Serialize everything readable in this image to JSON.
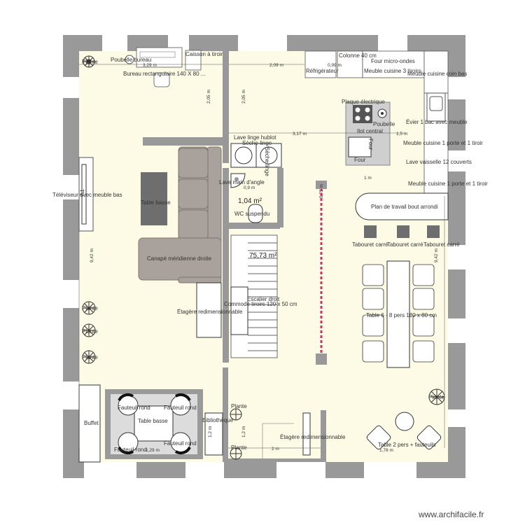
{
  "colors": {
    "floor": "#fdfbe6",
    "wall": "#999999",
    "wall_dark": "#8a8a8a",
    "furniture": "#c8c8c8",
    "sofa": "#a9a29c",
    "dark": "#6e6e6e",
    "accent": "#cc3366"
  },
  "areas": {
    "main": "75,73 m²",
    "wc": "1,04 m²"
  },
  "labels": {
    "poubelle_bureau": "Poubelle bureau",
    "caisson": "Caisson à tiroir",
    "bureau": "Bureau rectangulaire 140 X 80 ...",
    "plante_1": "Plante",
    "colonne": "Colonne 40 cm",
    "four_micro": "Four micro-ondes",
    "refrigerateur": "Réfrigérateur",
    "meuble_3_tiroirs": "Meuble cuisine 3 tiroirs",
    "meuble_coin_bas": "Meuble cuisine coin bas",
    "plaque": "Plaque électrique",
    "poubelle": "Poubelle",
    "ilot": "Ilot central",
    "evier": "Évier 1 bac avec meuble",
    "four": "Four",
    "four_box": "Four",
    "lave_linge": "Lave linge hublot",
    "seche_linge": "Sèche-linge",
    "seche_box": "Sèche linge",
    "meuble_1p1t_a": "Meuble cuisine 1 porte et 1 tiroir",
    "lave_vaisselle": "Lave vaisselle 12 couverts",
    "meuble_1p1t_b": "Meuble cuisine 1 porte et 1 tiroir",
    "lave_main": "Lave main d'angle",
    "tv": "Téléviseur avec meuble bas",
    "tv_box": "TV",
    "table_basse_1": "Table basse",
    "wc": "WC suspendu",
    "plan_travail": "Plan de travail bout arrondi",
    "tabouret_1": "Tabouret carré",
    "tabouret_2": "Tabouret carré",
    "tabouret_3": "Tabouret carré",
    "canape": "Canapé méridienne droite",
    "etagere_1": "Étagère redimensionnable",
    "escalier": "Escalier droit",
    "commode": "Commode tiroirs 120 x 50 cm",
    "table_6": "Table 6 - 8 pers 180 x 80 cm",
    "plante_2": "Plante",
    "plante_3": "Plante",
    "plante_4": "Plante",
    "plante_5": "Plante",
    "fauteuil_1": "Fauteuil rond",
    "fauteuil_2": "Fauteuil rond",
    "fauteuil_3": "Fauteuil rond",
    "fauteuil_4": "Fauteuil rond",
    "table_basse_2": "Table basse",
    "buffet": "Buffet",
    "plante_6": "Plante",
    "bibliotheque": "Bibliothèque",
    "plante_7": "Plante",
    "etagere_2": "Étagère redimensionnable",
    "table_2": "Table 2 pers + fauteuils"
  },
  "dims": {
    "d_329": "3,29 m",
    "d_209": "2,09 m",
    "d_099": "0,99 m",
    "d_205a": "2,05 m",
    "d_205b": "2,05 m",
    "d_317": "3,17 m",
    "d_15": "1,5 m",
    "d_1": "1 m",
    "d_575": "5,75 m",
    "d_09": "0,9 m",
    "d_942a": "9,42 m",
    "d_942b": "9,42 m",
    "d_129": "1,29 m",
    "d_12a": "1,2 m",
    "d_12b": "1,2 m",
    "d_2": "2 m",
    "d_178": "1,78 m"
  },
  "watermark": "www.archifacile.fr"
}
